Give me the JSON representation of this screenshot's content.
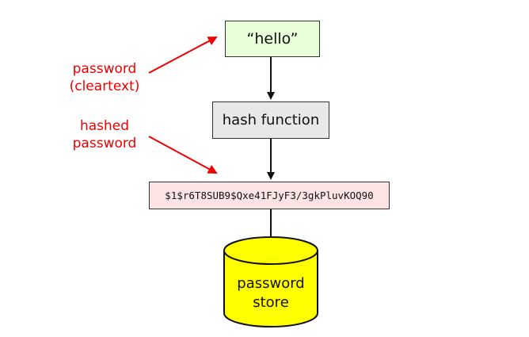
{
  "nodes": {
    "input": {
      "text": "“hello”",
      "fill": "#e6ffd9"
    },
    "hash": {
      "text": "hash function",
      "fill": "#e8e8e8"
    },
    "hashed": {
      "text": "$1$r6T8SUB9$Qxe41FJyF3/3gkPluvKOQ90",
      "fill": "#fde4e4"
    },
    "store": {
      "line1": "password",
      "line2": "store",
      "fill": "#ffff00"
    }
  },
  "annotations": {
    "cleartext": {
      "line1": "password",
      "line2": "(cleartext)"
    },
    "hashed": {
      "line1": "hashed",
      "line2": "password"
    }
  },
  "colors": {
    "annotation": "#ee0000",
    "connector": "#111111",
    "border": "#333333"
  }
}
